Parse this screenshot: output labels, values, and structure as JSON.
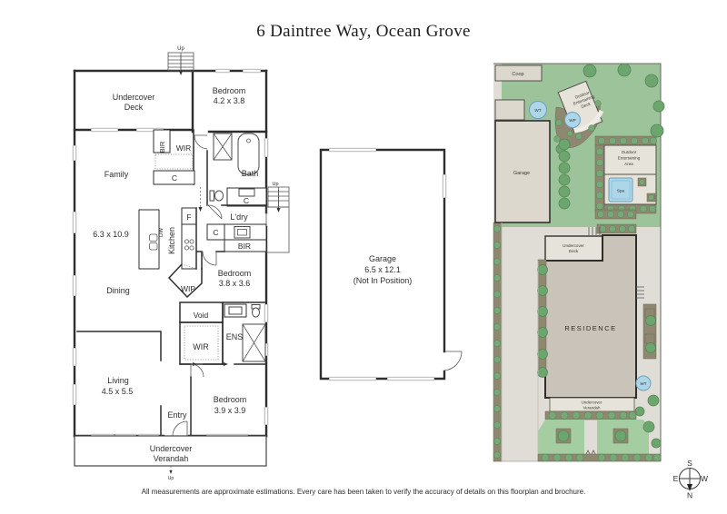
{
  "title": "6 Daintree Way, Ocean Grove",
  "disclaimer": "All measurements are approximate estimations. Every care has been taken to verify the accuracy of details on this floorplan and brochure.",
  "colors": {
    "wall": "#2e2e2e",
    "ink": "#2e2e2e",
    "siteink": "#3c3a33",
    "window": "#c4c4c4",
    "grass": "#9cc39a",
    "lawn": "#a5cda2",
    "tree": "#6da56f",
    "treeline": "#55885a",
    "shrub": "#76a878",
    "bed": "#8e8870",
    "bedline": "#6f6a54",
    "paving": "#dfddd5",
    "structure": "#dcd8ce",
    "structline": "#55524b",
    "deck": "#e6e3da",
    "residence": "#cac3b9",
    "resline": "#2f2d29",
    "water": "#add7e8",
    "waterline": "#6e9fba"
  },
  "floorplan": {
    "up_top": "Up",
    "up_mid": "Up",
    "up_bottom": "Up",
    "deck": [
      "Undercover",
      "Deck"
    ],
    "bed1": [
      "Bedroom",
      "4.2 x 3.8"
    ],
    "bir1": "BIR",
    "wir1": "WIR",
    "c1": "C",
    "family": "Family",
    "bath": "Bath",
    "c2": "C",
    "ldry": "L'dry",
    "c3": "C",
    "bir2": "BIR",
    "fridge": "F",
    "kitchen": "Kitchen",
    "dw": "DW",
    "dims": "6.3 x 10.9",
    "bed2": [
      "Bedroom",
      "3.8 x 3.6"
    ],
    "dining": "Dining",
    "wip": "WIP",
    "void": "Void",
    "wir2": "WIR",
    "ens": "ENS",
    "living": [
      "Living",
      "4.5 x 5.5"
    ],
    "entry": "Entry",
    "bed3": [
      "Bedroom",
      "3.9 x 3.9"
    ],
    "verandah": [
      "Undercover",
      "Verandah"
    ]
  },
  "garage_plan": {
    "lines": [
      "Garage",
      "6.5 x 12.1",
      "(Not In Position)"
    ]
  },
  "siteplan": {
    "coop": "Coop",
    "garage": "Garage",
    "wt1": "WT",
    "wt2": "WT",
    "wp": "WP",
    "outdoor_deck": [
      "Outdoor",
      "Entertaining",
      "Deck"
    ],
    "outdoor_area": [
      "Outdoor",
      "Entertaining",
      "Area"
    ],
    "spa": "Spa",
    "deck": [
      "Undercover",
      "Deck"
    ],
    "residence": "RESIDENCE",
    "verandah": [
      "Undercover",
      "Verandah"
    ]
  },
  "compass": {
    "s": "S",
    "n": "N",
    "e": "E",
    "w": "W"
  }
}
